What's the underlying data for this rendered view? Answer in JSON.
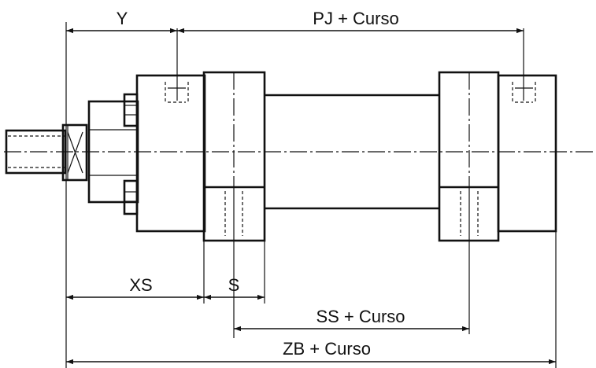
{
  "dimensions": {
    "y": "Y",
    "pj": "PJ + Curso",
    "xs": "XS",
    "s": "S",
    "ss": "SS + Curso",
    "zb": "ZB + Curso"
  }
}
